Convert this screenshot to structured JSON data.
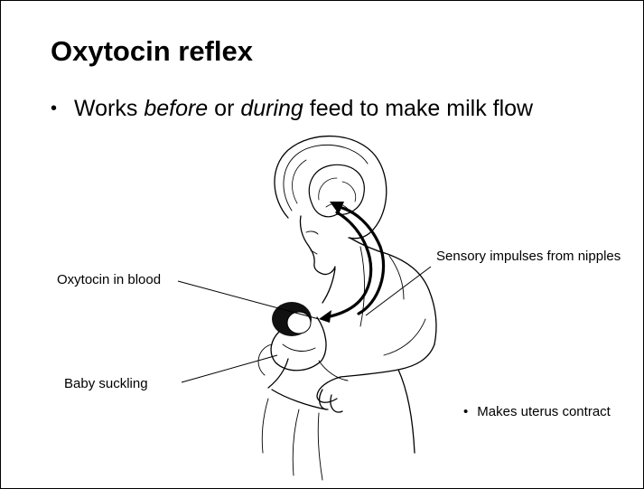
{
  "slide": {
    "title": "Oxytocin reflex",
    "bullet": {
      "marker": "•",
      "part1": "Works ",
      "em1": "before",
      "part2": " or ",
      "em2": "during",
      "part3": " feed to make milk flow"
    },
    "labels": {
      "oxytocin": "Oxytocin in blood",
      "baby": "Baby suckling",
      "sensory": "Sensory impulses from nipples",
      "uterus_marker": "•",
      "uterus": "Makes uterus contract"
    }
  }
}
